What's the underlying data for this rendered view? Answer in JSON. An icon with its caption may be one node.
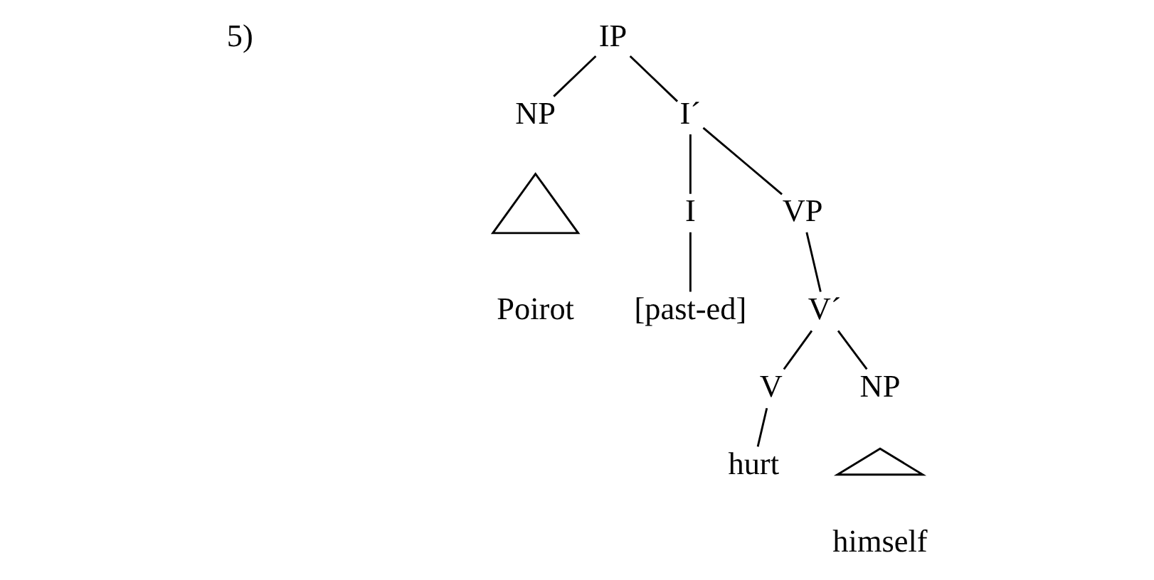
{
  "diagram": {
    "nodes": [
      {
        "text": [
          "IP"
        ]
      },
      {
        "text": [
          "NP"
        ]
      },
      {
        "text": [
          "I´"
        ]
      },
      {
        "text": [],
        "shape": "triangle"
      },
      {
        "text": [
          "I"
        ]
      },
      {
        "text": [
          "VP"
        ]
      },
      {
        "text": [
          "Poirot"
        ]
      },
      {
        "text": [
          "[past-ed]"
        ]
      },
      {
        "text": [
          "V´"
        ]
      },
      {
        "text": [
          "V"
        ]
      },
      {
        "text": [
          "NP"
        ]
      },
      {
        "text": [],
        "shape": "triangle"
      },
      {
        "text": [
          "hurt"
        ]
      },
      {
        "text": [
          "himself"
        ]
      }
    ],
    "edges": [
      {
        "from": 0,
        "to": 1,
        "arrow": "none"
      },
      {
        "from": 0,
        "to": 2,
        "arrow": "none"
      },
      {
        "from": 2,
        "to": 4,
        "arrow": "none"
      },
      {
        "from": 2,
        "to": 5,
        "arrow": "none"
      },
      {
        "from": 4,
        "to": 7,
        "arrow": "none"
      },
      {
        "from": 5,
        "to": 8,
        "arrow": "none"
      },
      {
        "from": 8,
        "to": 9,
        "arrow": "none"
      },
      {
        "from": 8,
        "to": 10,
        "arrow": "none"
      },
      {
        "from": 9,
        "to": 12,
        "arrow": "none"
      }
    ],
    "labels": [
      "5)"
    ]
  }
}
